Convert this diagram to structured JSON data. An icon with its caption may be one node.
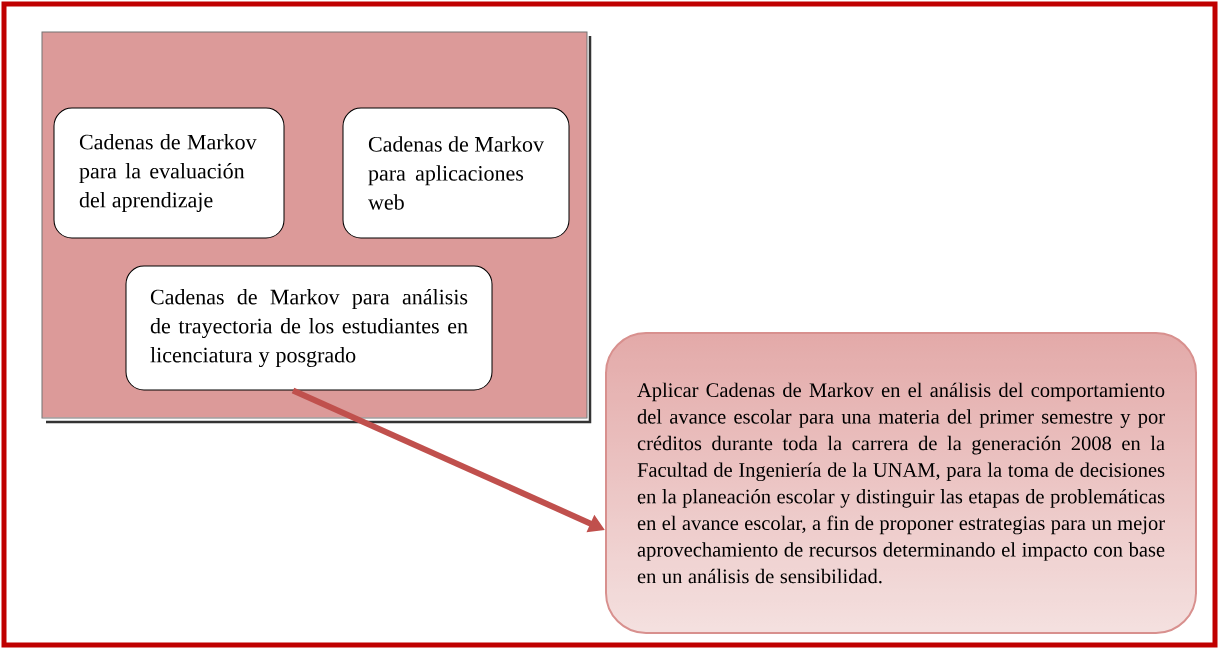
{
  "diagram": {
    "nodes": [
      {
        "text": [],
        "shape": "box"
      },
      {
        "text": [
          "Cadenas de Markov para la evaluación del aprendizaje"
        ],
        "in": 0
      },
      {
        "text": [
          "Cadenas de Markov para aplicaciones web"
        ],
        "in": 0
      },
      {
        "text": [
          "Cadenas de Markov para análisis de trayectoria de los estudiantes en licenciatura y posgrado"
        ],
        "in": 0
      },
      {
        "text": [
          "Aplicar Cadenas de Markov en el análisis del comportamiento del avance escolar para una materia del primer semestre y por créditos durante toda la carrera de la generación 2008 en la Facultad de Ingeniería de la UNAM, para la toma de decisiones en la planeación escolar y distinguir las etapas de problemáticas en el avance escolar, a fin de proponer estrategias para un mejor aprovechamiento de recursos determinando el impacto con base en un análisis de sensibilidad."
        ]
      }
    ],
    "edges": [
      {
        "from": 3,
        "to": 4,
        "arrow": "to",
        "color": "#c0504d"
      }
    ]
  }
}
